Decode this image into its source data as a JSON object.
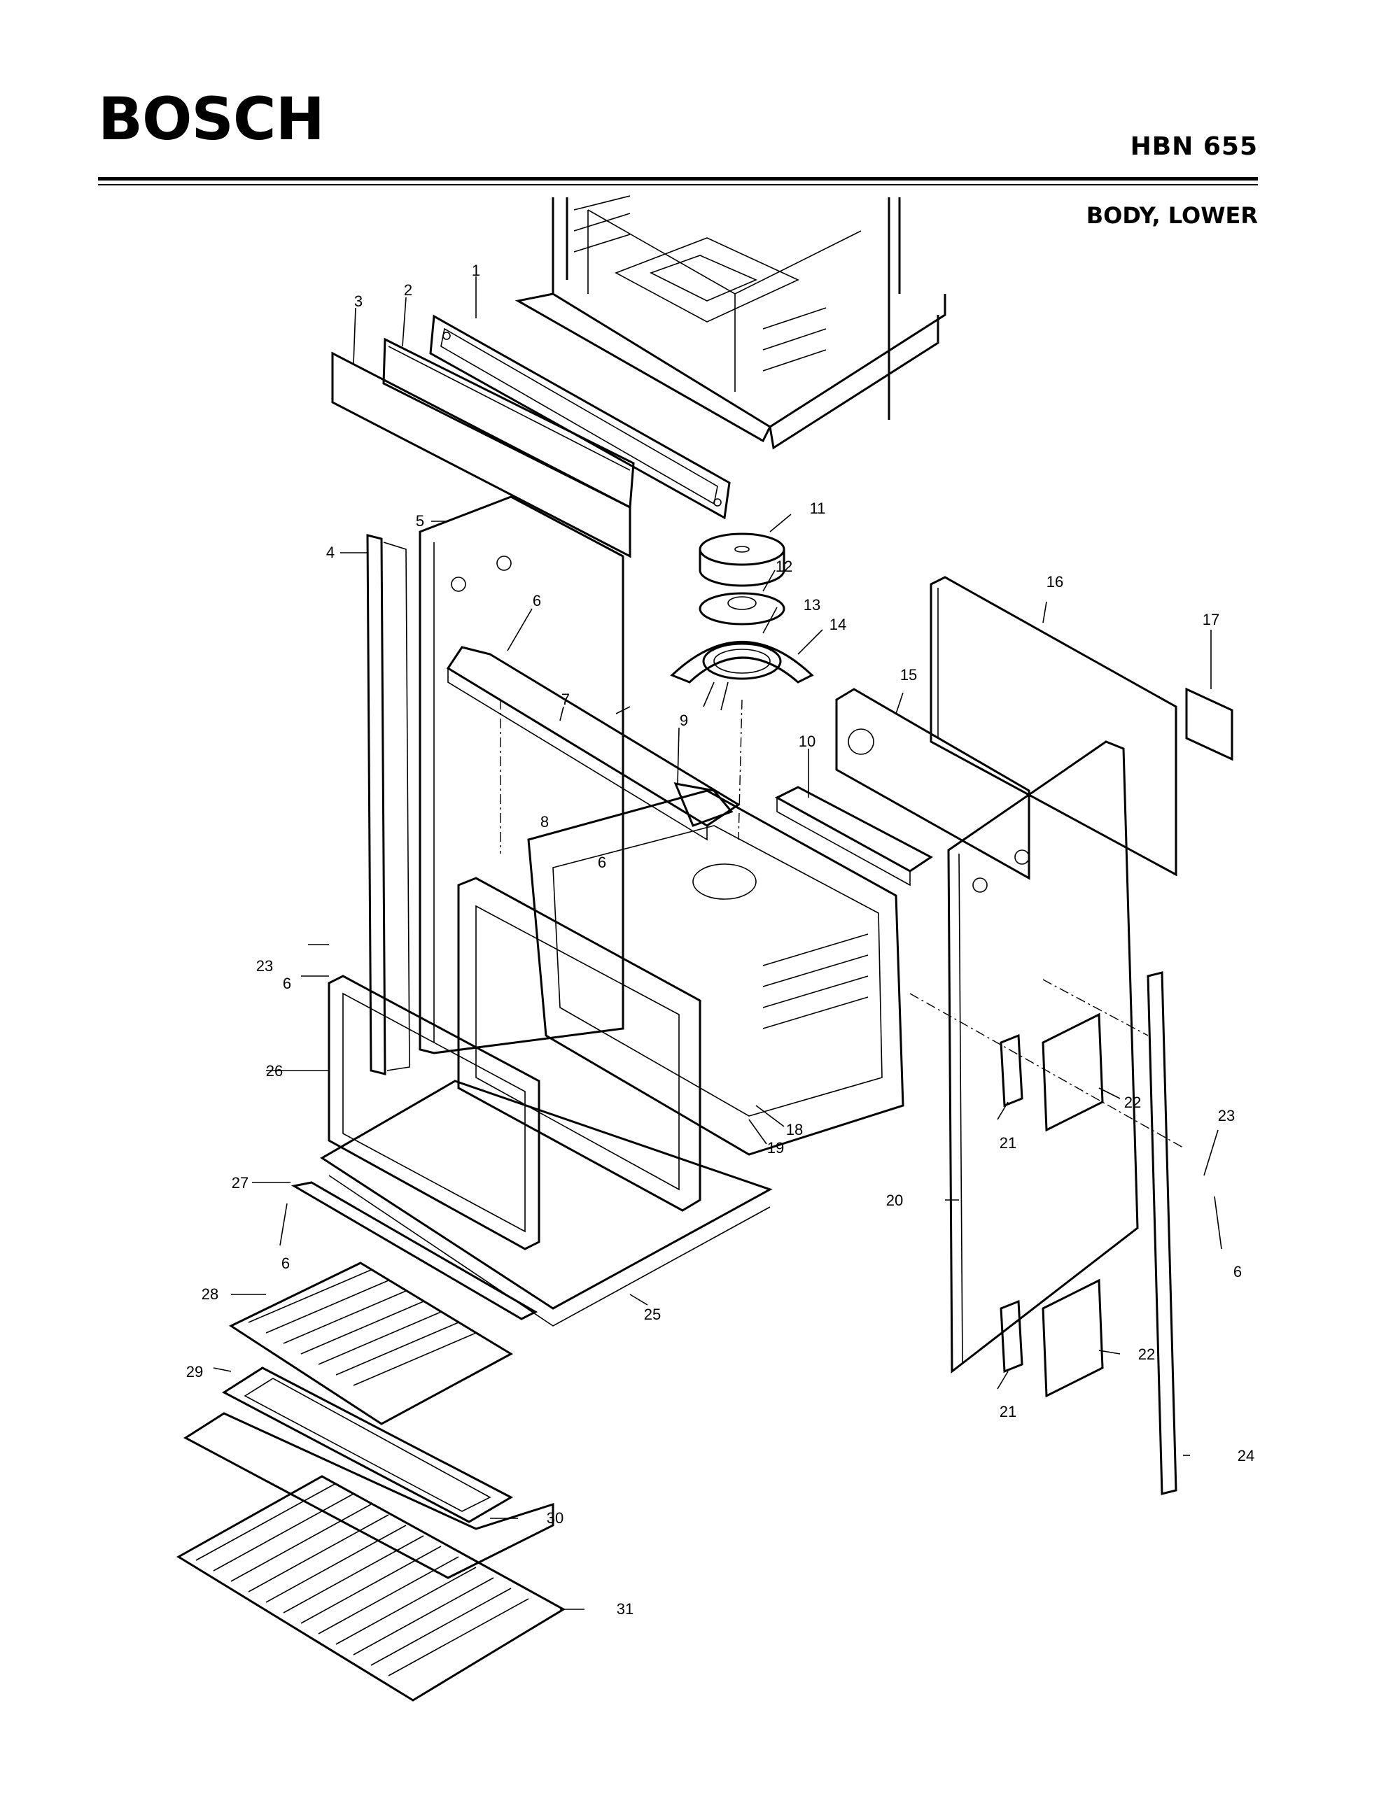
{
  "header": {
    "brand": "BOSCH",
    "model": "HBN 655",
    "section": "BODY, LOWER"
  },
  "callouts": [
    "1",
    "2",
    "3",
    "4",
    "5",
    "6",
    "7",
    "8",
    "9",
    "10",
    "11",
    "12",
    "13",
    "14",
    "15",
    "16",
    "17",
    "18",
    "19",
    "20",
    "21",
    "22",
    "23",
    "24",
    "25",
    "26",
    "27",
    "28",
    "29",
    "30",
    "31"
  ]
}
